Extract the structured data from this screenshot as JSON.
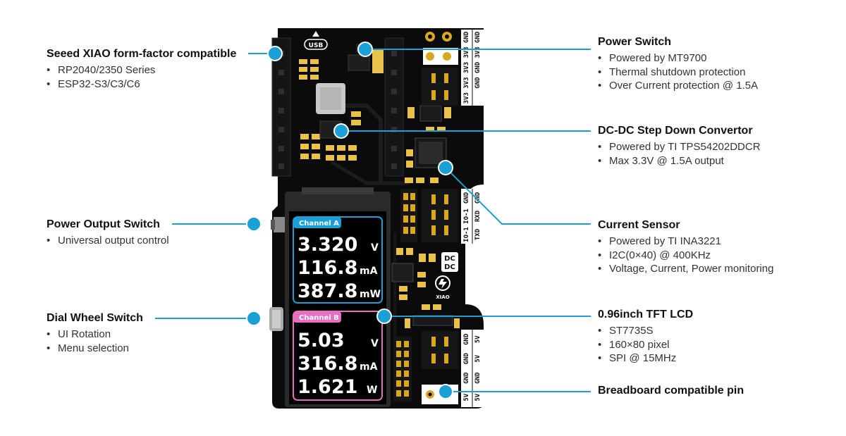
{
  "callouts": {
    "xiao": {
      "title": "Seeed XIAO form-factor compatible",
      "items": [
        "RP2040/2350 Series",
        "ESP32-S3/C3/C6"
      ]
    },
    "output_switch": {
      "title": "Power Output Switch",
      "items": [
        "Universal output control"
      ]
    },
    "dial": {
      "title": "Dial Wheel Switch",
      "items": [
        "UI Rotation",
        "Menu selection"
      ]
    },
    "power_switch": {
      "title": "Power Switch",
      "items": [
        "Powered by MT9700",
        "Thermal shutdown protection",
        "Over Current protection @ 1.5A"
      ]
    },
    "dcdc": {
      "title": "DC-DC Step Down Convertor",
      "items": [
        "Powered by TI TPS54202DDCR",
        "Max 3.3V @ 1.5A output"
      ]
    },
    "current": {
      "title": "Current Sensor",
      "items": [
        "Powered by TI INA3221",
        "I2C(0×40) @ 400KHz",
        "Voltage, Current, Power monitoring"
      ]
    },
    "lcd": {
      "title": "0.96inch TFT LCD",
      "items": [
        "ST7735S",
        "160×80 pixel",
        "SPI @ 15MHz"
      ]
    },
    "breadboard": {
      "title": "Breadboard compatible pin"
    }
  },
  "board": {
    "usb_label": "USB",
    "dc_label_1": "DC",
    "dc_label_2": "DC",
    "xiao_label": "XIAO",
    "pins_top": [
      "GND",
      "GND",
      "3V3",
      "3V3",
      "3V3",
      "GND",
      "3V3",
      "GND",
      "3V3"
    ],
    "pins_mid": [
      "GND",
      "GND",
      "IO-1",
      "RXD",
      "IO-1",
      "TXD"
    ],
    "pins_bottom": [
      "GND",
      "5V",
      "GND",
      "5V",
      "GND",
      "GND",
      "5V",
      "5V"
    ]
  },
  "lcd": {
    "channel_a": {
      "label": "Channel A",
      "voltage": "3.320",
      "voltage_unit": "V",
      "current": "116.8",
      "current_unit": "mA",
      "power": "387.8",
      "power_unit": "mW"
    },
    "channel_b": {
      "label": "Channel B",
      "voltage": "5.03",
      "voltage_unit": "V",
      "current": "316.8",
      "current_unit": "mA",
      "power": "1.621",
      "power_unit": "W"
    }
  },
  "colors": {
    "accent_blue": "#1a9fd6",
    "channel_a": "#1a9fd6",
    "channel_b": "#e86fc0",
    "board": "#0d0d0d",
    "gold": "#d9a820"
  }
}
